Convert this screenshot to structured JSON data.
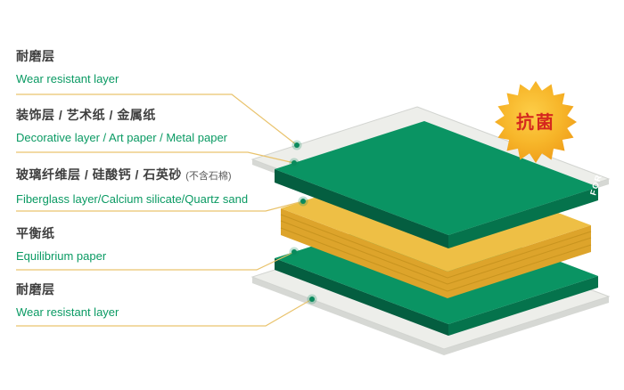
{
  "labels": [
    {
      "id": "wear-top",
      "zh": "耐磨层",
      "en": "Wear resistant layer"
    },
    {
      "id": "decorative",
      "zh": "装饰层 / 艺术纸 / 金属纸",
      "en": "Decorative layer / Art paper / Metal paper"
    },
    {
      "id": "fiberglass",
      "zh": "玻璃纤维层 / 硅酸钙 / 石英砂",
      "note": "(不含石棉)",
      "en": "Fiberglass layer/Calcium silicate/Quartz sand"
    },
    {
      "id": "equilibrium",
      "zh": "平衡纸",
      "en": "Equilibrium paper"
    },
    {
      "id": "wear-bottom",
      "zh": "耐磨层",
      "en": "Wear resistant layer"
    }
  ],
  "badge": {
    "text": "抗菌"
  },
  "brand": {
    "text": "FORCA"
  },
  "colors": {
    "label_zh": "#3f3f3f",
    "label_en": "#0a9a63",
    "leader_line": "#e9c36d",
    "leader_dot": "#0a8a5c",
    "leader_dot_halo": "#0a8a5c",
    "badge_text": "#d5281e",
    "sheet_white_face": "#edeeea",
    "sheet_white_side": "#d6d8d4",
    "sheet_green_face": "#0a9463",
    "sheet_green_side_right": "#05734c",
    "sheet_green_side_left": "#045e40",
    "sheet_yellow_face": "#eebf45",
    "sheet_yellow_side": "#dda42b",
    "brand_text": "#ffffff"
  }
}
